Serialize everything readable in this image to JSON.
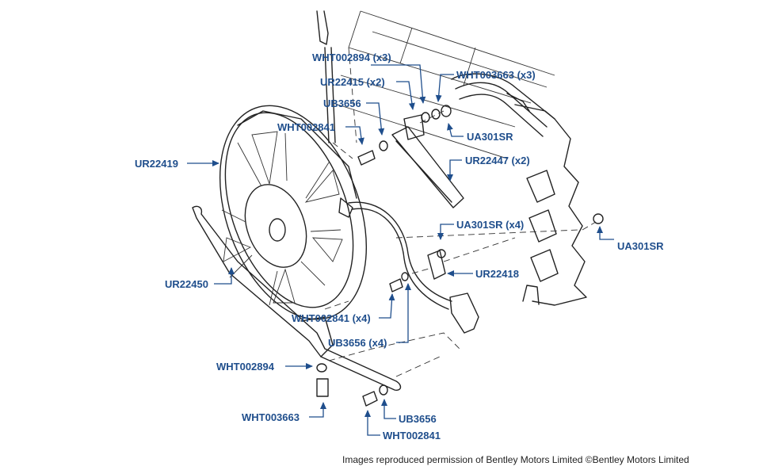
{
  "colors": {
    "label": "#1f4e8c",
    "line": "#222222",
    "background": "#ffffff"
  },
  "labels": {
    "wht002894_x3": "WHT002894 (x3)",
    "ur22415_x2": "UR22415 (x2)",
    "wht003663_x3": "WHT003663 (x3)",
    "ub3656_top": "UB3656",
    "wht002841_top": "WHT002841",
    "ua301sr_top": "UA301SR",
    "ur22419": "UR22419",
    "ur22447_x2": "UR22447 (x2)",
    "ua301sr_x4": "UA301SR (x4)",
    "ua301sr_right": "UA301SR",
    "ur22418": "UR22418",
    "ur22450": "UR22450",
    "wht002841_x4": "WHT002841 (x4)",
    "ub3656_x4": "UB3656 (x4)",
    "wht002894_bottom": "WHT002894",
    "wht003663_bottom": "WHT003663",
    "ub3656_bottom": "UB3656",
    "wht002841_bottom": "WHT002841"
  },
  "footer": "Images reproduced permission of Bentley Motors Limited ©Bentley Motors Limited"
}
